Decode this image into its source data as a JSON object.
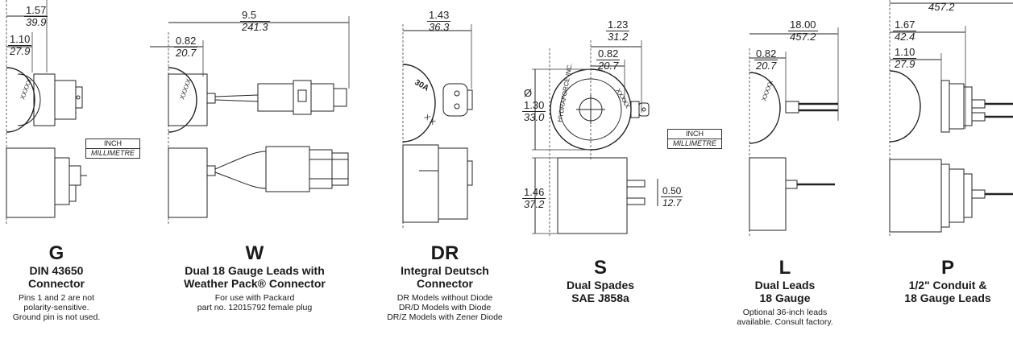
{
  "units_legend": {
    "top": "INCH",
    "bottom": "MILLIMETRE"
  },
  "diameter_symbol": "Ø",
  "connectors": [
    {
      "code": "G",
      "title_lines": [
        "DIN 43650",
        "Connector"
      ],
      "notes": [
        "Pins 1 and 2 are not",
        "polarity-sensitive.",
        "Ground pin is not used."
      ],
      "dimensions": [
        {
          "inch": "1.57",
          "mm": "39.9"
        },
        {
          "inch": "1.10",
          "mm": "27.9"
        }
      ]
    },
    {
      "code": "W",
      "title_lines": [
        "Dual 18 Gauge Leads with",
        "Weather Pack® Connector"
      ],
      "notes": [
        "For use with Packard",
        "part no. 12015792 female plug"
      ],
      "dimensions": [
        {
          "inch": "9.5",
          "mm": "241.3"
        },
        {
          "inch": "0.82",
          "mm": "20.7"
        }
      ]
    },
    {
      "code": "DR",
      "title_lines": [
        "Integral Deutsch",
        "Connector"
      ],
      "notes": [
        "DR Models without Diode",
        "DR/D Models with Diode",
        "DR/Z Models with Zener Diode"
      ],
      "dimensions": [
        {
          "inch": "1.43",
          "mm": "36.3"
        }
      ]
    },
    {
      "code": "S",
      "title_lines": [
        "Dual Spades",
        "SAE J858a"
      ],
      "notes": [],
      "dimensions": [
        {
          "inch": "1.23",
          "mm": "31.2"
        },
        {
          "inch": "0.82",
          "mm": "20.7"
        },
        {
          "inch": "1.30",
          "mm": "33.0"
        },
        {
          "inch": "1.46",
          "mm": "37.2"
        },
        {
          "inch": "0.50",
          "mm": "12.7"
        }
      ]
    },
    {
      "code": "L",
      "title_lines": [
        "Dual Leads",
        "18 Gauge"
      ],
      "notes": [
        "Optional 36-inch leads",
        "available. Consult factory."
      ],
      "dimensions": [
        {
          "inch": "18.00",
          "mm": "457.2"
        },
        {
          "inch": "0.82",
          "mm": "20.7"
        }
      ]
    },
    {
      "code": "P",
      "title_lines": [
        "1/2\" Conduit &",
        "18 Gauge Leads"
      ],
      "notes": [],
      "dimensions": [
        {
          "mm": "457.2"
        },
        {
          "inch": "1.67",
          "mm": "42.4"
        },
        {
          "inch": "1.10",
          "mm": "27.9"
        }
      ]
    }
  ],
  "markings": {
    "s_ring": "HYDRAFORCE INC.",
    "s_code": "XXXXX",
    "dr_code": "30A",
    "dr_xx": "X X",
    "coil_code": "XXXXX"
  }
}
